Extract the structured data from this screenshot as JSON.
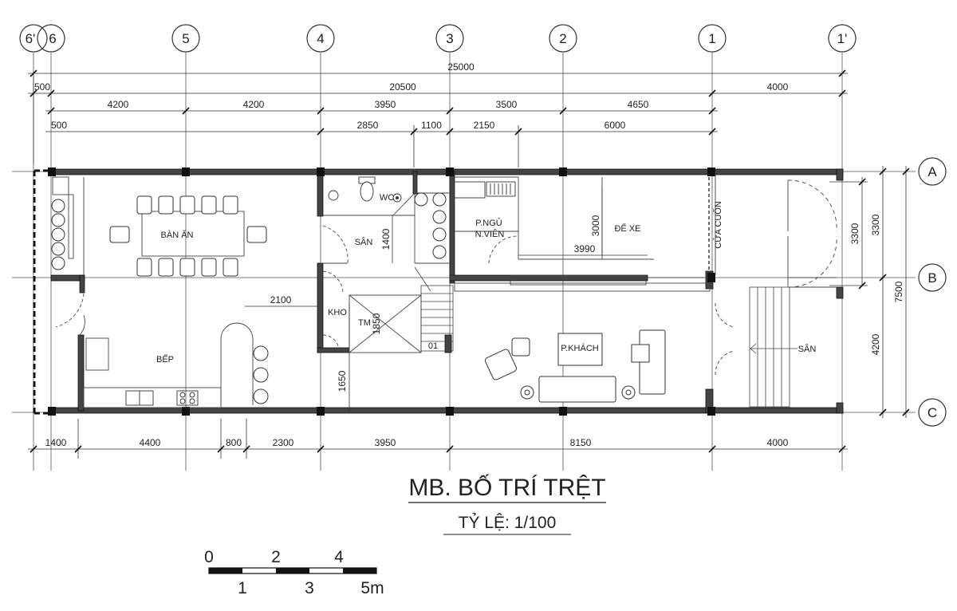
{
  "axes_vertical": [
    "6'",
    "6",
    "5",
    "4",
    "3",
    "2",
    "1",
    "1'"
  ],
  "axes_horizontal": [
    "A",
    "B",
    "C"
  ],
  "dimensions_top": {
    "total": "25000",
    "row2": [
      "500",
      "20500",
      "4000"
    ],
    "row3": [
      "4200",
      "4200",
      "3950",
      "3500",
      "4650"
    ],
    "row4": [
      "500",
      "2850",
      "1100",
      "2150",
      "6000"
    ]
  },
  "dimensions_bottom": [
    "1400",
    "4400",
    "800",
    "2300",
    "3950",
    "8150",
    "4000"
  ],
  "dimensions_right": [
    "3300",
    "4200",
    "7500"
  ],
  "dimensions_inner": [
    "3300",
    "3000",
    "3990",
    "1400",
    "2100",
    "1850",
    "1650"
  ],
  "rooms": {
    "dining": "BÀN ĂN",
    "kitchen": "BẾP",
    "wc": "WC",
    "yard_inner": "SÂN",
    "storage": "KHO",
    "elevator": "TM",
    "staff_room_line1": "P.NGỦ",
    "staff_room_line2": "N.VIÊN",
    "parking": "ĐỂ XE",
    "rolling_door": "CỬA CUỐN",
    "living": "P.KHÁCH",
    "front_yard": "SÂN",
    "stair_label": "01"
  },
  "title": "MB. BỐ TRÍ TRỆT",
  "subtitle": "TỶ LỆ: 1/100",
  "scale_bar": {
    "top_labels": [
      "0",
      "2",
      "4"
    ],
    "bottom_labels": [
      "1",
      "3",
      "5m"
    ]
  }
}
